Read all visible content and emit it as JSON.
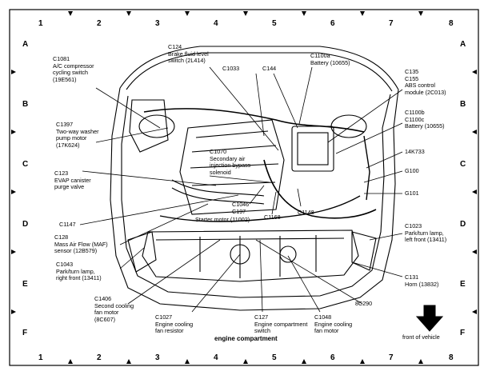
{
  "title": "engine compartment",
  "front_of_vehicle": "front of vehicle",
  "grid": {
    "columns": [
      "1",
      "2",
      "3",
      "4",
      "5",
      "6",
      "7",
      "8"
    ],
    "rows": [
      "A",
      "B",
      "C",
      "D",
      "E",
      "F"
    ]
  },
  "callouts": [
    {
      "id": "c1081",
      "lines": [
        "C1081",
        "A/C compressor",
        "cycling switch",
        "(19E561)"
      ]
    },
    {
      "id": "c124",
      "lines": [
        "C124",
        "Brake fluid level",
        "switch (2L414)"
      ]
    },
    {
      "id": "c1033",
      "lines": [
        "C1033"
      ]
    },
    {
      "id": "c144",
      "lines": [
        "C144"
      ]
    },
    {
      "id": "c1100a",
      "lines": [
        "C1100a",
        "Battery (10655)"
      ]
    },
    {
      "id": "c135",
      "lines": [
        "C135",
        "C155",
        "ABS control",
        "module (2C013)"
      ]
    },
    {
      "id": "c1397",
      "lines": [
        "C1397",
        "Two-way washer",
        "pump motor",
        "(17K624)"
      ]
    },
    {
      "id": "c1100b",
      "lines": [
        "C1100b",
        "C1100c",
        "Battery (10655)"
      ]
    },
    {
      "id": "c1070",
      "lines": [
        "C1070",
        "Secondary air",
        "injection bypass",
        "solenoid"
      ]
    },
    {
      "id": "14k733",
      "lines": [
        "14K733"
      ]
    },
    {
      "id": "c123",
      "lines": [
        "C123",
        "EVAP canister",
        "purge valve"
      ]
    },
    {
      "id": "g100",
      "lines": [
        "G100"
      ]
    },
    {
      "id": "g101",
      "lines": [
        "G101"
      ]
    },
    {
      "id": "c1046",
      "lines": [
        "C1046",
        "C197"
      ]
    },
    {
      "id": "c1147",
      "lines": [
        "C1147"
      ]
    },
    {
      "id": "c1168",
      "lines": [
        "C1168"
      ]
    },
    {
      "id": "c1148",
      "lines": [
        "C1148"
      ]
    },
    {
      "id": "starter",
      "lines": [
        "Starter motor (11002)"
      ]
    },
    {
      "id": "c128",
      "lines": [
        "C128",
        "Mass Air Flow (MAF)",
        "sensor (12B579)"
      ]
    },
    {
      "id": "c1023",
      "lines": [
        "C1023",
        "Park/turn lamp,",
        "left front (13411)"
      ]
    },
    {
      "id": "c1043",
      "lines": [
        "C1043",
        "Park/turn lamp,",
        "right front (13411)"
      ]
    },
    {
      "id": "c131",
      "lines": [
        "C131",
        "Horn (13832)"
      ]
    },
    {
      "id": "c1406",
      "lines": [
        "C1406",
        "Second cooling",
        "fan motor",
        "(8C607)"
      ]
    },
    {
      "id": "8c290",
      "lines": [
        "8C290"
      ]
    },
    {
      "id": "c1027",
      "lines": [
        "C1027",
        "Engine cooling",
        "fan resistor"
      ]
    },
    {
      "id": "c127",
      "lines": [
        "C127",
        "Engine compartment",
        "switch"
      ]
    },
    {
      "id": "c1048",
      "lines": [
        "C1048",
        "Engine cooling",
        "fan motor"
      ]
    }
  ]
}
